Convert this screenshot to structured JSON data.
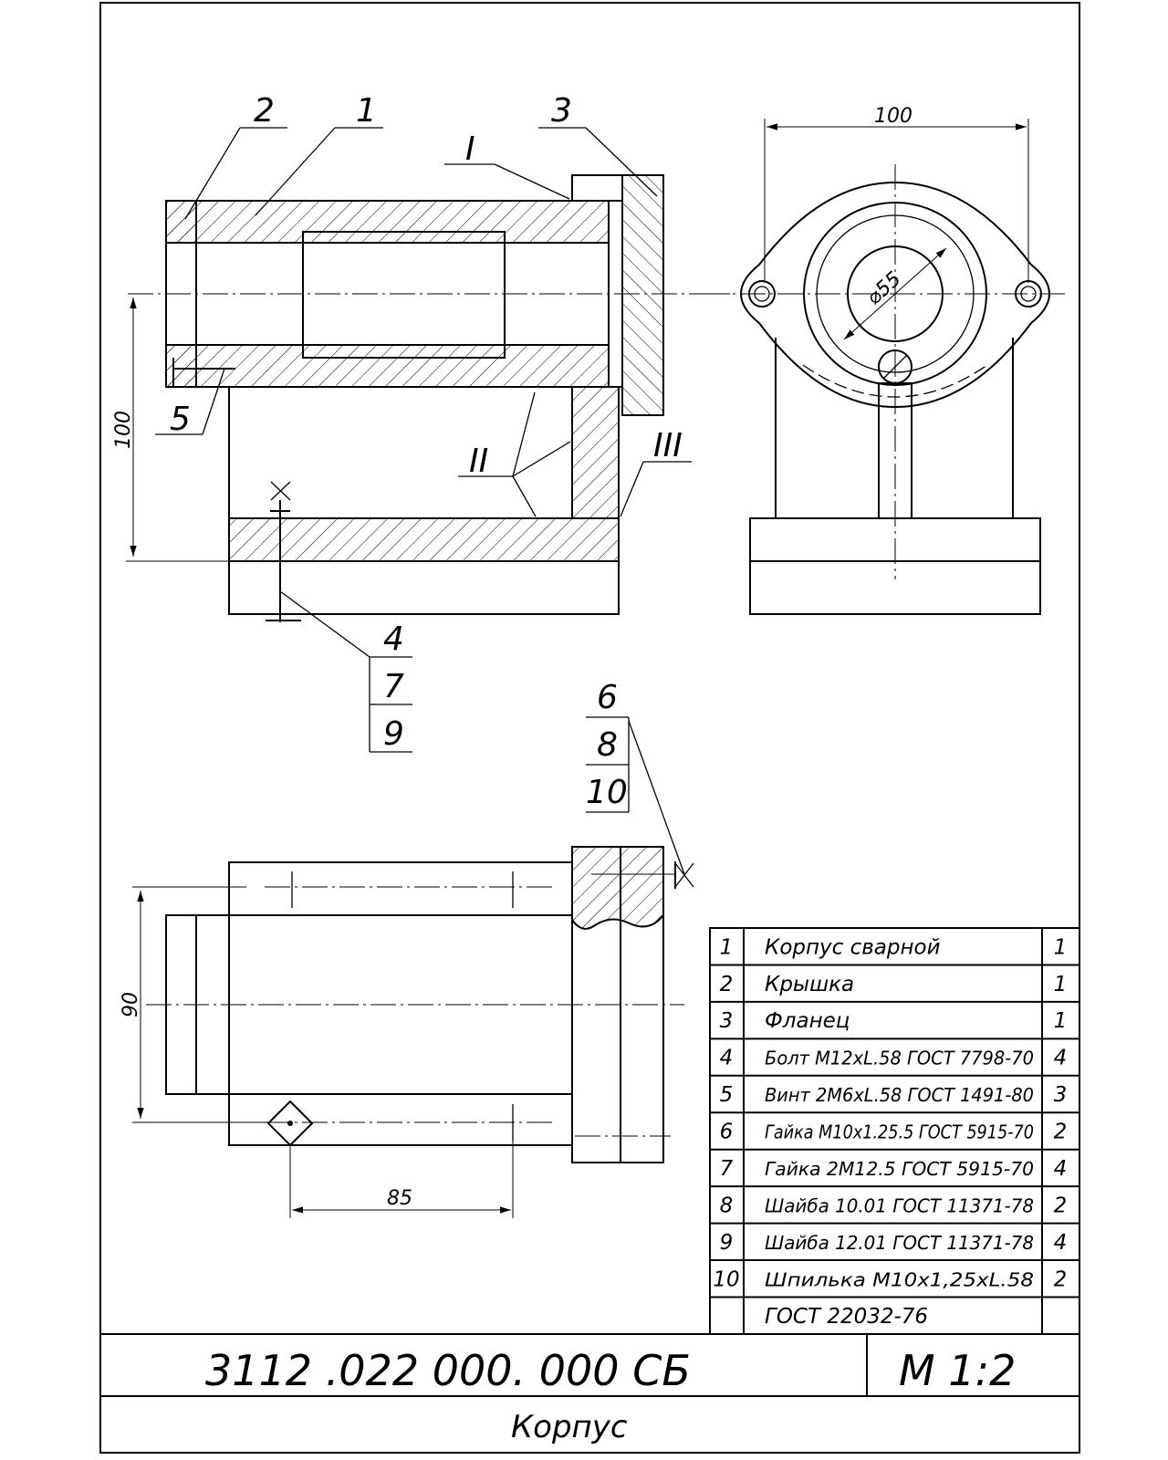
{
  "labels": {
    "l1": "1",
    "l2": "2",
    "l3": "3",
    "l5": "5",
    "roman1": "I",
    "roman2": "II",
    "roman3": "III",
    "stack_a": [
      "4",
      "7",
      "9"
    ],
    "stack_b": [
      "6",
      "8",
      "10"
    ]
  },
  "dimensions": {
    "d_width_top": "100",
    "d_height_left": "100",
    "d_diameter": "⌀55",
    "d_height_bottom": "90",
    "d_length_bottom": "85"
  },
  "parts": [
    {
      "pos": "1",
      "name": "Корпус сварной",
      "qty": "1"
    },
    {
      "pos": "2",
      "name": "Крышка",
      "qty": "1"
    },
    {
      "pos": "3",
      "name": "Фланец",
      "qty": "1"
    },
    {
      "pos": "4",
      "name": "Болт М12хL.58 ГОСТ 7798-70",
      "qty": "4"
    },
    {
      "pos": "5",
      "name": "Винт 2М6хL.58 ГОСТ 1491-80",
      "qty": "3"
    },
    {
      "pos": "6",
      "name": "Гайка М10х1.25.5 ГОСТ 5915-70",
      "qty": "2"
    },
    {
      "pos": "7",
      "name": "Гайка 2М12.5 ГОСТ 5915-70",
      "qty": "4"
    },
    {
      "pos": "8",
      "name": "Шайба 10.01 ГОСТ 11371-78",
      "qty": "2"
    },
    {
      "pos": "9",
      "name": "Шайба 12.01 ГОСТ 11371-78",
      "qty": "4"
    },
    {
      "pos": "10",
      "name": "Шпилька М10х1,25хL.58",
      "qty": "2"
    },
    {
      "pos": "",
      "name": "ГОСТ 22032-76",
      "qty": ""
    }
  ],
  "title_block": {
    "designation": "3112 .022 000. 000 СБ",
    "scale": "М 1:2",
    "name": "Корпус"
  }
}
